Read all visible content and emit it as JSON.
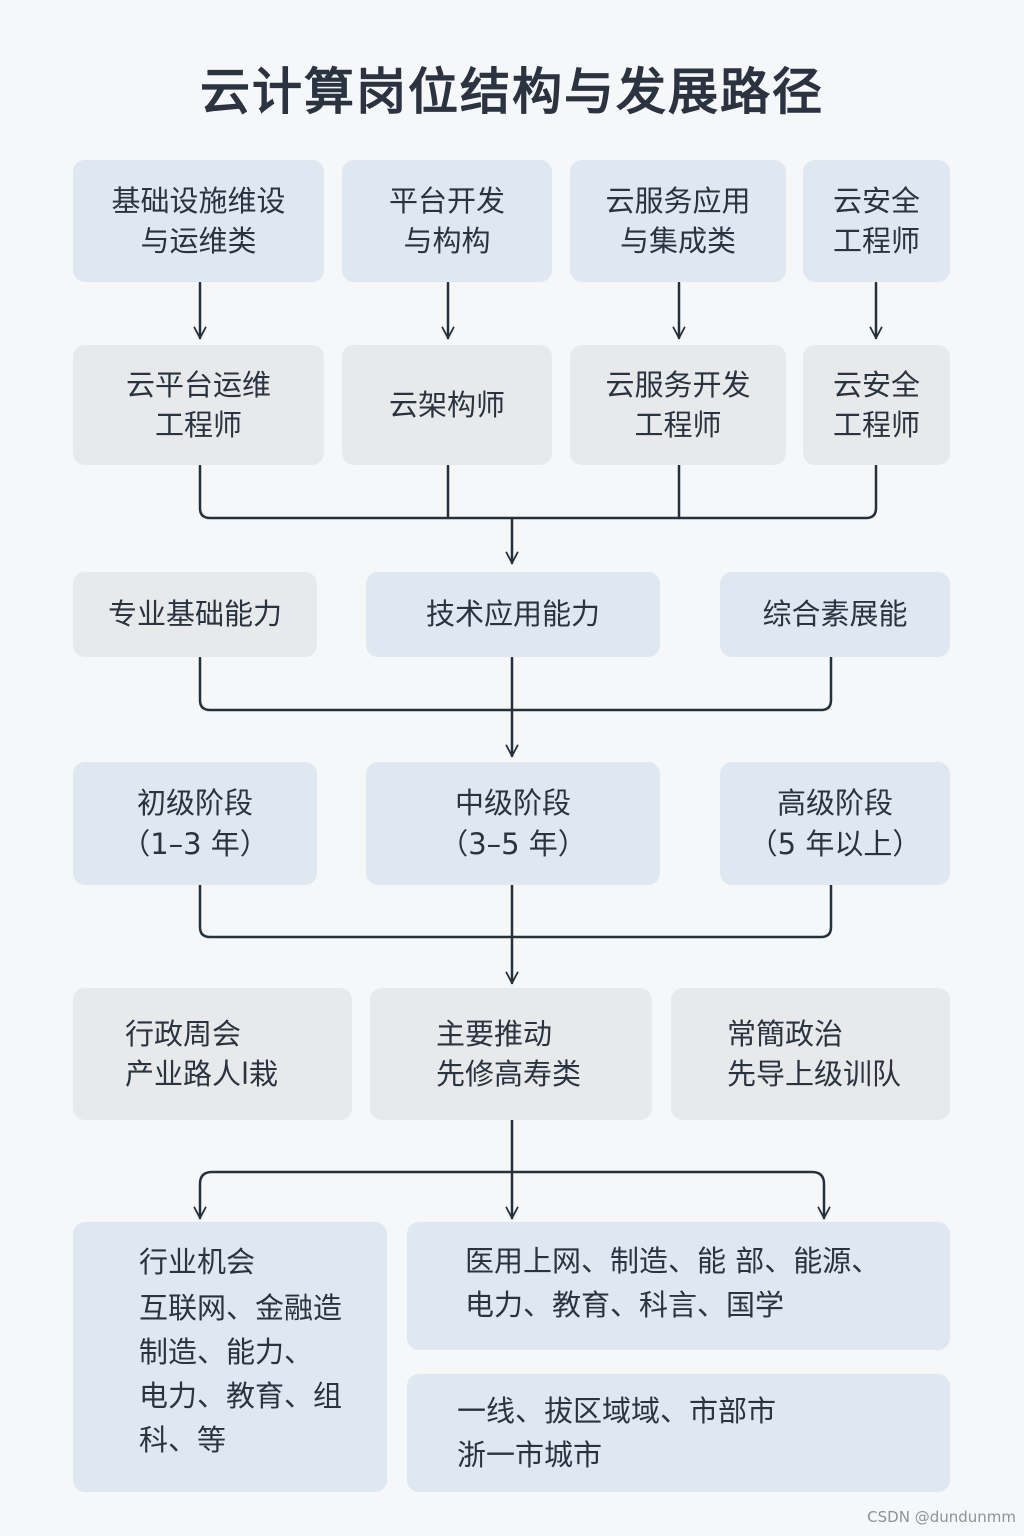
{
  "title": "云计算岗位结构与发展路径",
  "categories": [
    {
      "line1": "基础设施维设",
      "line2": "与运维类"
    },
    {
      "line1": "平台开发",
      "line2": "与构构"
    },
    {
      "line1": "云服务应用",
      "line2": "与集成类"
    },
    {
      "line1": "云安全",
      "line2": "工程师"
    }
  ],
  "roles": [
    {
      "line1": "云平台运维",
      "line2": "工程师"
    },
    {
      "line1": "云架构师",
      "line2": ""
    },
    {
      "line1": "云服务开发",
      "line2": "工程师"
    },
    {
      "line1": "云安全",
      "line2": "工程师"
    }
  ],
  "abilities": [
    "专业基础能力",
    "技术应用能力",
    "综合素展能"
  ],
  "stages": [
    {
      "line1": "初级阶段",
      "line2": "（1–3 年）"
    },
    {
      "line1": "中级阶段",
      "line2": "（3–5 年）"
    },
    {
      "line1": "高级阶段",
      "line2": "（5 年以上）"
    }
  ],
  "directions": [
    {
      "line1": "行政周会",
      "line2": "产业路人l栽"
    },
    {
      "line1": "主要推动",
      "line2": "先修高寿类"
    },
    {
      "line1": "常簡政治",
      "line2": "先导上级训队"
    }
  ],
  "industry": {
    "heading": "行业机会",
    "lines": [
      "互联网、金融造",
      "制造、能力、",
      "电力、教育、组",
      "科、等"
    ]
  },
  "application": {
    "line1": "医用上网、制造、能 部、能源、",
    "line2": "电力、教育、科言、国学"
  },
  "regions": {
    "line1": "一线、拔区域域、市部市",
    "line2": "浙一市城市"
  },
  "watermark": "CSDN @dundunmm"
}
